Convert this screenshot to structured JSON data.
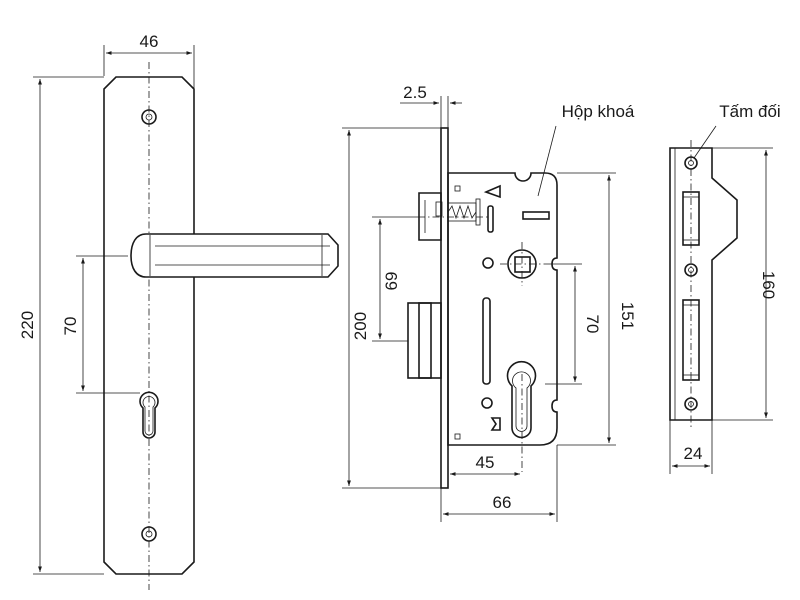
{
  "labels": {
    "lock_box": "Hộp khoá",
    "strike_plate": "Tấm đối"
  },
  "dimensions": {
    "handle_plate_width": "46",
    "handle_plate_height": "220",
    "handle_to_keyhole": "70",
    "faceplate_thickness": "2.5",
    "faceplate_height": "200",
    "latch_to_deadbolt": "69",
    "body_height": "151",
    "spindle_to_cylinder": "70",
    "backset": "45",
    "body_depth": "66",
    "strike_height": "160",
    "strike_width": "24"
  }
}
